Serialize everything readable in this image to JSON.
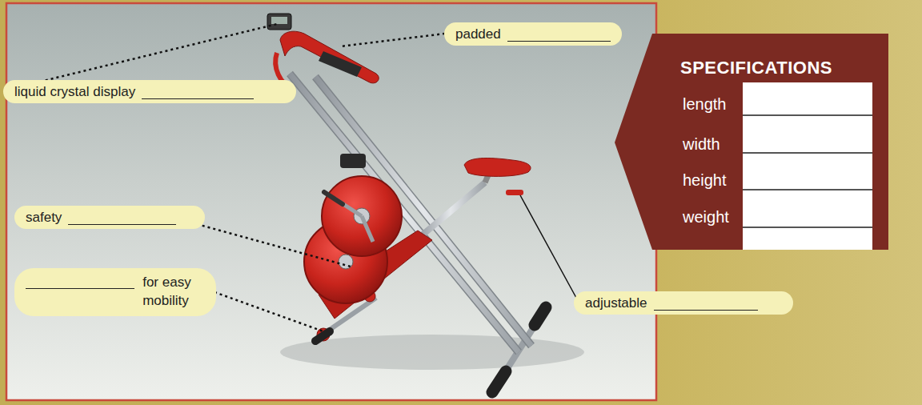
{
  "diagram": {
    "nodes": [
      {
        "text": [
          "padded"
        ]
      },
      {
        "text": [
          "liquid crystal display"
        ]
      },
      {
        "text": [
          "SPECIFICATIONS",
          "length",
          "width",
          "height",
          "weight"
        ]
      },
      {
        "text": [
          "safety"
        ]
      },
      {
        "text": [
          "for easy mobility"
        ]
      },
      {
        "text": [
          "adjustable"
        ]
      }
    ]
  }
}
